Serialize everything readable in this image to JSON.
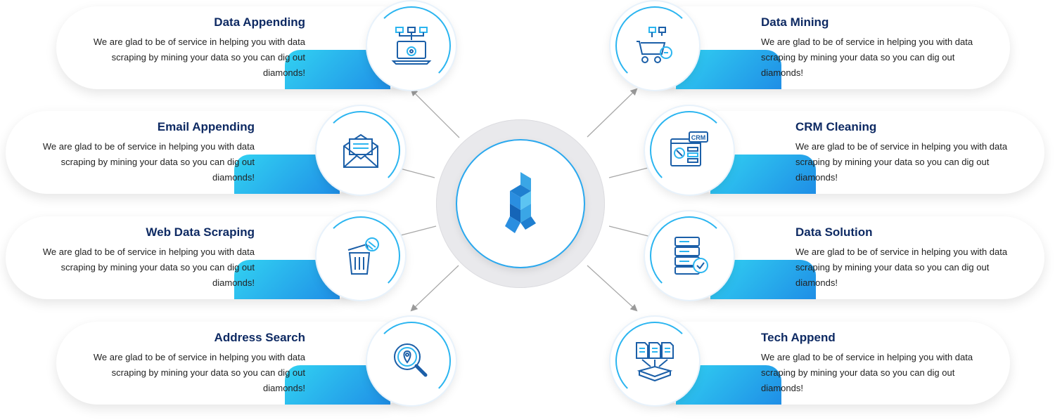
{
  "hub": {
    "logo_icon": "brand-cube-logo-icon"
  },
  "colors": {
    "title": "#0e2a63",
    "accent_start": "#32d2f2",
    "accent_end": "#1f8ee6",
    "icon_line": "#1b5fa8"
  },
  "services": {
    "left": [
      {
        "title": "Data Appending",
        "desc": "We are glad to be of service in helping you with data scraping by mining your data so you can dig out diamonds!",
        "icon": "laptop-flowchart-icon"
      },
      {
        "title": "Email Appending",
        "desc": "We are glad to be of service in helping you with data scraping by mining your data so you can dig out diamonds!",
        "icon": "envelope-letter-icon"
      },
      {
        "title": "Web Data Scraping",
        "desc": "We are glad to be of service in helping you with data scraping by mining your data so you can dig out diamonds!",
        "icon": "trash-bin-icon"
      },
      {
        "title": "Address Search",
        "desc": "We are glad to be of service in helping you with data scraping by mining your data so you can dig out diamonds!",
        "icon": "magnifier-location-icon"
      }
    ],
    "right": [
      {
        "title": "Data Mining",
        "desc": "We are glad to be of service in helping you with data scraping by mining your data so you can dig out diamonds!",
        "icon": "mining-cart-icon"
      },
      {
        "title": "CRM Cleaning",
        "desc": "We are glad to be of service in helping you with data scraping by mining your data so you can dig out diamonds!",
        "icon": "crm-screen-icon",
        "icon_label": "CRM"
      },
      {
        "title": "Data Solution",
        "desc": "We are glad to be of service in helping you with data scraping by mining your data so you can dig out diamonds!",
        "icon": "server-check-icon"
      },
      {
        "title": "Tech Append",
        "desc": "We are glad to be of service in helping you with data scraping by mining your data so you can dig out diamonds!",
        "icon": "documents-box-icon"
      }
    ]
  }
}
